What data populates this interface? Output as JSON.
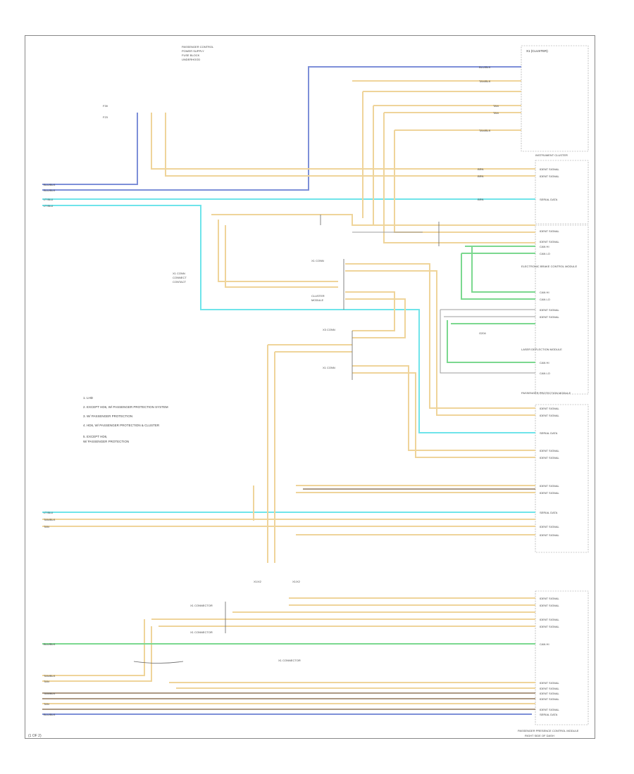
{
  "legend": {
    "items": [
      "1.   LHD",
      "2.   EXCEPT HD6, W/ PASSENGER PROTECTION SYSTEM",
      "3.   W/ PASSENGER PROTECTION",
      "4.   HD6, W/ PASSENGER PROTECTION & CLUSTER",
      "5.   EXCEPT HD6,",
      "      W/ PASSENGER PROTECTION"
    ]
  },
  "labels": {
    "top_component": "INSTRUMENT CLUSTER",
    "top_right_header": "X1 (CLUSTER)",
    "mid_component_1": "ELECTRONIC BRAKE CONTROL MODULE",
    "mid_component_2": "LASER DEFLECTION MODULE",
    "mid_component_3": "PASSENGER PROTECTION MODULE",
    "bottom_component": "PASSENGER PRESENCE CONTROL MODULE",
    "bottom_note": "RIGHT SIDE OF DASH",
    "splice_label": "G204",
    "connector_label": "X1 CONNECTOR",
    "footer": "(1 OF 2)"
  },
  "wire_colors": {
    "blue": "#7d8fd8",
    "cyan": "#6fe4ea",
    "tan": "#efd49a",
    "brown": "#7a5c3a",
    "green": "#7bd88f",
    "gray": "#9c9c9c",
    "black": "#333333"
  }
}
